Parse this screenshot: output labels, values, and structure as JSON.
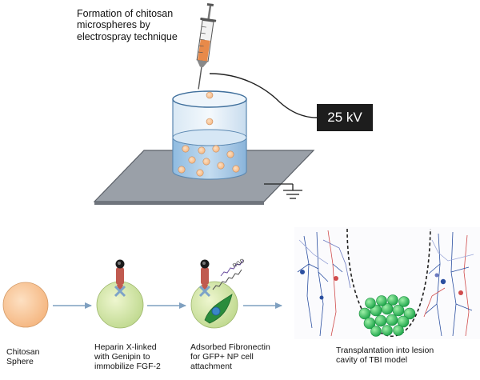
{
  "labels": {
    "formation": "Formation of chitosan\nmicrospheres by\nelectrospray technique",
    "voltage": "25 kV",
    "chitosan": "Chitosan\nSphere",
    "heparin": "Heparin X-linked\nwith Genipin to\nimmobilize FGF-2",
    "fibronectin": "Adsorbed Fibronectin\nfor GFP+ NP cell\nattachment",
    "rgd": "RGD",
    "transplant": "Transplantation into lesion\ncavity of TBI model"
  },
  "colors": {
    "liquid": "#a9cbe7",
    "droplet": "#f7c6a3",
    "sphere": "#f9c898",
    "coated_sphere": "#d7e8a5",
    "fgf_receptor": "#c05a4f",
    "heparin_x": "#7da3c8",
    "cell": "#2a8c3c",
    "arrow": "#7fa0c0",
    "plate": "#9aa0a8",
    "implant": "#37c45d"
  },
  "icons": [
    "syringe-icon",
    "ground-icon",
    "fgf2-receptor-icon",
    "cell-icon",
    "rgd-peptide-icon",
    "neuron-icon"
  ]
}
